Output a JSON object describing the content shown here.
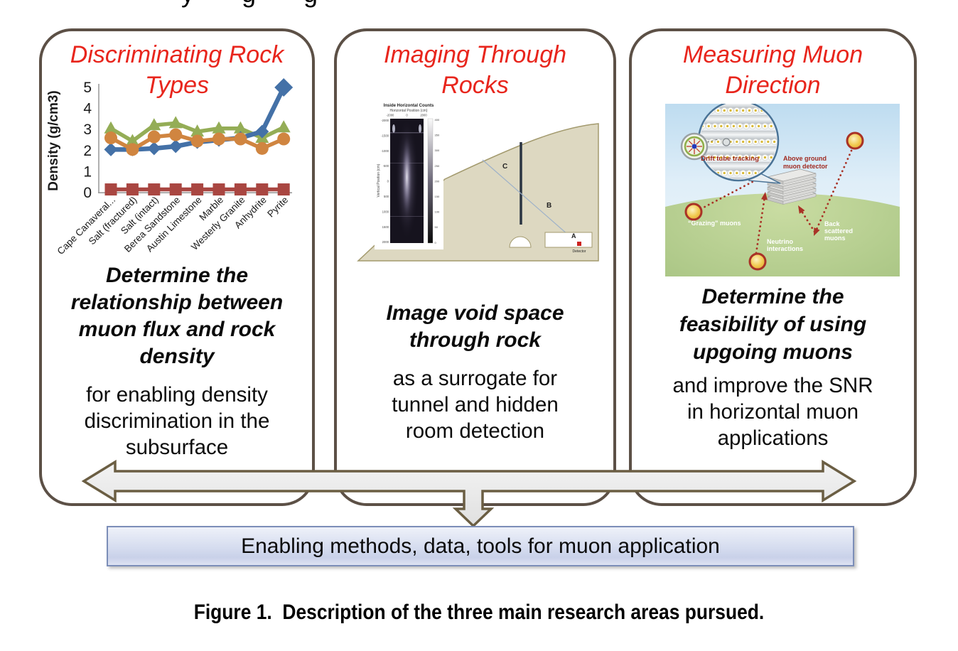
{
  "top_crop": {
    "descenders": [
      "y",
      "g",
      "g"
    ]
  },
  "panels": [
    {
      "title": "Discriminating Rock\nTypes",
      "goal_bold": "Determine the\nrelationship between\nmuon flux and rock\ndensity",
      "goal_detail": "for enabling density\ndiscrimination in the\nsubsurface",
      "chart_data": {
        "type": "line",
        "title": "",
        "xlabel": "",
        "ylabel": "Density (g/cm3)",
        "ylim": [
          0,
          5
        ],
        "yticks": [
          0,
          1,
          2,
          3,
          4,
          5
        ],
        "grid": false,
        "legend": false,
        "categories": [
          "Cape Canaveral...",
          "Salt (fractured)",
          "Salt (intact)",
          "Berea Sandstone",
          "Austin Limestone",
          "Marble",
          "Westerly Granite",
          "Anhydrite",
          "Pyrite"
        ],
        "series": [
          {
            "name": "blue-diamond-series",
            "marker": "diamond",
            "color": "#4471a7",
            "values": [
              2.05,
              2.05,
              2.1,
              2.2,
              2.4,
              2.5,
              2.6,
              2.9,
              5.0
            ]
          },
          {
            "name": "green-triangle-series",
            "marker": "triangle",
            "color": "#94ad56",
            "values": [
              3.05,
              2.45,
              3.2,
              3.3,
              2.9,
              3.05,
              3.05,
              2.6,
              3.1
            ]
          },
          {
            "name": "orange-circle-series",
            "marker": "circle",
            "color": "#d08540",
            "values": [
              2.6,
              2.05,
              2.65,
              2.75,
              2.45,
              2.55,
              2.55,
              2.1,
              2.55
            ]
          },
          {
            "name": "red-square-series",
            "marker": "square",
            "color": "#a94641",
            "values": [
              0.15,
              0.15,
              0.15,
              0.15,
              0.15,
              0.15,
              0.15,
              0.15,
              0.15
            ]
          }
        ]
      }
    },
    {
      "title": "Imaging Through\nRocks",
      "goal_bold": "Image void space\nthrough rock",
      "goal_detail": "as a surrogate for\ntunnel and hidden\nroom detection",
      "inset": {
        "title": "Inside Horizontal Counts",
        "xlabel": "Horizontal Position (cm)",
        "xticks": [
          "-2000",
          "0",
          "2000"
        ],
        "ylabel": "Vertical Position (cm)",
        "yticks": [
          "-2000",
          "-1500",
          "-1000",
          "-500",
          "0",
          "500",
          "1000",
          "1500",
          "2000"
        ],
        "colorbar_ticks": [
          "400",
          "350",
          "300",
          "250",
          "200",
          "150",
          "100",
          "50",
          "0"
        ]
      },
      "diagram": {
        "label_a": "A",
        "label_b": "B",
        "label_c": "C",
        "detector_label": "Detector"
      }
    },
    {
      "title": "Measuring Muon\nDirection",
      "goal_bold": "Determine the\nfeasibility of using\nupgoing muons",
      "goal_detail": "and improve the SNR\nin horizontal muon\napplications",
      "diagram": {
        "drift_label": "Drift tube tracking",
        "detector_label": [
          "Above ground",
          "muon detector"
        ],
        "grazing_label": "“Grazing” muons",
        "neutrino_label": [
          "Neutrino",
          "interactions"
        ],
        "backscatter_label": [
          "Back",
          "scattered",
          "muons"
        ]
      }
    }
  ],
  "banner": {
    "label": "Enabling methods, data, tools for muon application"
  },
  "caption": "Figure 1.  Description of the three main research areas pursued.",
  "colors": {
    "title_red": "#e8251c",
    "panel_border": "#5c5046",
    "arrow_fill": "#ededed",
    "arrow_stroke": "#6b5e43",
    "banner_border": "#7c8eb8",
    "banner_fill": "#d5dcef"
  }
}
